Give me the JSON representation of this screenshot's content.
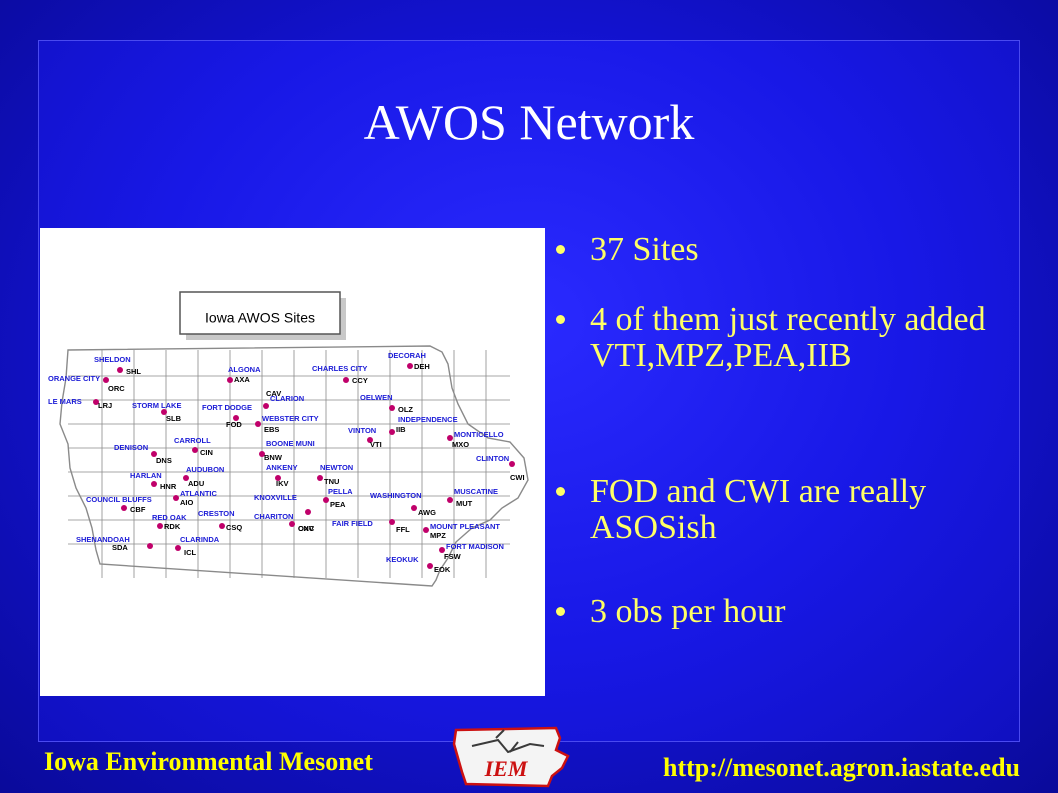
{
  "slide": {
    "title": "AWOS Network",
    "bullets": [
      "37 Sites",
      "4 of them just recently added VTI,MPZ,PEA,IIB",
      "FOD and CWI are really ASOSish",
      "3 obs per hour"
    ]
  },
  "map": {
    "title": "Iowa AWOS Sites",
    "city_labels": [
      "SHELDON",
      "ORANGE CITY",
      "LE MARS",
      "STORM LAKE",
      "DENISON",
      "CARROLL",
      "HARLAN",
      "AUDUBON",
      "COUNCIL BLUFFS",
      "ATLANTIC",
      "RED OAK",
      "SHENANDOAH",
      "CLARINDA",
      "CRESTON",
      "ALGONA",
      "FORT DODGE",
      "CLARION",
      "WEBSTER CITY",
      "BOONE MUNI",
      "ANKENY",
      "KNOXVILLE",
      "CHARITON",
      "CHARLES CITY",
      "OELWEN",
      "INDEPENDENCE",
      "DECORAH",
      "VINTON",
      "NEWTON",
      "PELLA",
      "FAIR FIELD",
      "WASHINGTON",
      "MONTICELLO",
      "CLINTON",
      "MUSCATINE",
      "MOUNT PLEASANT",
      "FORT MADISON",
      "KEOKUK"
    ],
    "station_ids": [
      "SHL",
      "ORC",
      "LRJ",
      "SLB",
      "DNS",
      "CIN",
      "HNR",
      "ADU",
      "CBF",
      "AIO",
      "RDK",
      "SDA",
      "ICL",
      "CSQ",
      "AXA",
      "CAV",
      "FOD",
      "EBS",
      "BNW",
      "IKV",
      "TNU",
      "PEA",
      "OXV",
      "CNC",
      "CCY",
      "OLZ",
      "IIB",
      "DEH",
      "VTI",
      "FFL",
      "AWG",
      "MXO",
      "CWI",
      "MUT",
      "MPZ",
      "FSW",
      "EOK"
    ],
    "colors": {
      "site_dot": "#c0006a",
      "label_blue": "#1b1bd6",
      "border_gray": "#8a8a8a"
    }
  },
  "footer": {
    "left": "Iowa Environmental Mesonet",
    "logo_text": "IEM",
    "url": "http://mesonet.agron.iastate.edu"
  },
  "colors": {
    "background": "#1818e6",
    "title": "#ffffff",
    "bullet_text": "#ffff66",
    "footer_text": "#ffff00"
  }
}
